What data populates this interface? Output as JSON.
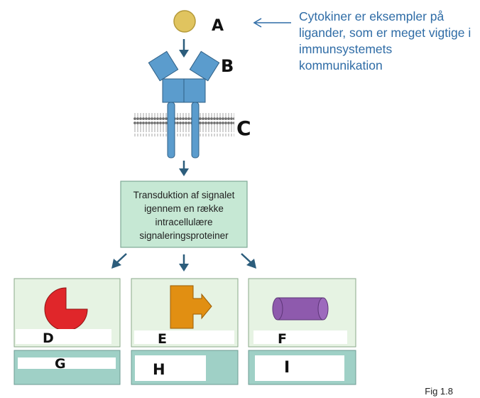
{
  "labels": {
    "A": "A",
    "B": "B",
    "C": "C",
    "D": "D",
    "E": "E",
    "F": "F",
    "G": "G",
    "H": "H",
    "I": "I"
  },
  "note": "Cytokiner er eksempler på ligander, som er meget vigtige i immunsystemets kommunikation",
  "transduction_box": "Transduktion af signalet igennem en række intracellulære signaleringsproteiner",
  "figure_label": "Fig 1.8",
  "colors": {
    "ligand": "#e0c45f",
    "receptor": "#5b9ccd",
    "box_fill": "#c6e8d4",
    "panel_fill": "#e6f3e3",
    "bottom_panel_fill": "#9fd0c6",
    "arrow": "#2c5d7c",
    "pie": "#e0262a",
    "e_shape": "#e18f12",
    "cylinder": "#8e5aad",
    "note_text": "#2f6ca6"
  },
  "icons": [
    "ligand-circle",
    "receptor-dimer",
    "cell-membrane",
    "pie-shape",
    "arrow-block-shape",
    "cylinder-shape"
  ]
}
